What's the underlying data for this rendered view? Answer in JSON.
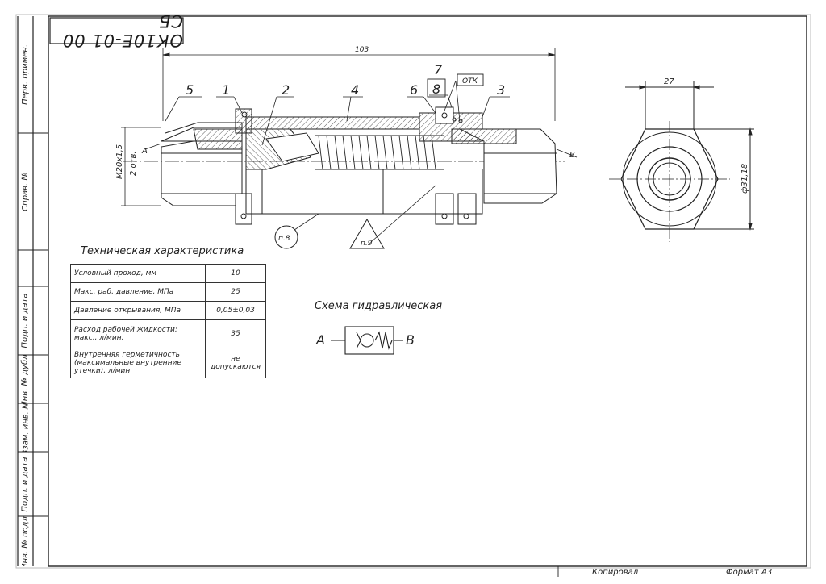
{
  "drawing": {
    "designation": "ОК10Е-01 00 СБ",
    "callouts": [
      "1",
      "2",
      "3",
      "4",
      "5",
      "6",
      "7",
      "8"
    ],
    "ports": {
      "a": "А",
      "b": "В"
    },
    "otk_label": "ОТК",
    "notes": {
      "p8": "п.8",
      "p9": "п.9"
    },
    "dimensions": {
      "overall_length": "103",
      "thread": "М20х1,5",
      "thread_note": "2 отв.",
      "hex_size": "27",
      "hex_diameter": "ф31,18"
    }
  },
  "side_columns": [
    "Перв. примен.",
    "Справ. №",
    "Подп. и дата",
    "Инв. № дубл.",
    "Взам. инв. №",
    "Подп. и дата",
    "Инв. № подл."
  ],
  "spec": {
    "title": "Техническая характеристика",
    "rows": [
      {
        "key": "Условный проход, мм",
        "value": "10"
      },
      {
        "key": "Макс. раб. давление, МПа",
        "value": "25"
      },
      {
        "key": "Давление открывания, МПа",
        "value": "0,05±0,03"
      },
      {
        "key": "Расход рабочей жидкости: макс., л/мин.",
        "value": "35"
      },
      {
        "key": "Внутренняя герметичность (максимальные внутренние утечки), л/мин",
        "value": "не допускаются"
      }
    ]
  },
  "hydraulic": {
    "title": "Схема гидравлическая",
    "port_a": "А",
    "port_b": "В"
  },
  "footer": {
    "copied": "Копировал",
    "format_label": "Формат",
    "format_value": "А3"
  }
}
